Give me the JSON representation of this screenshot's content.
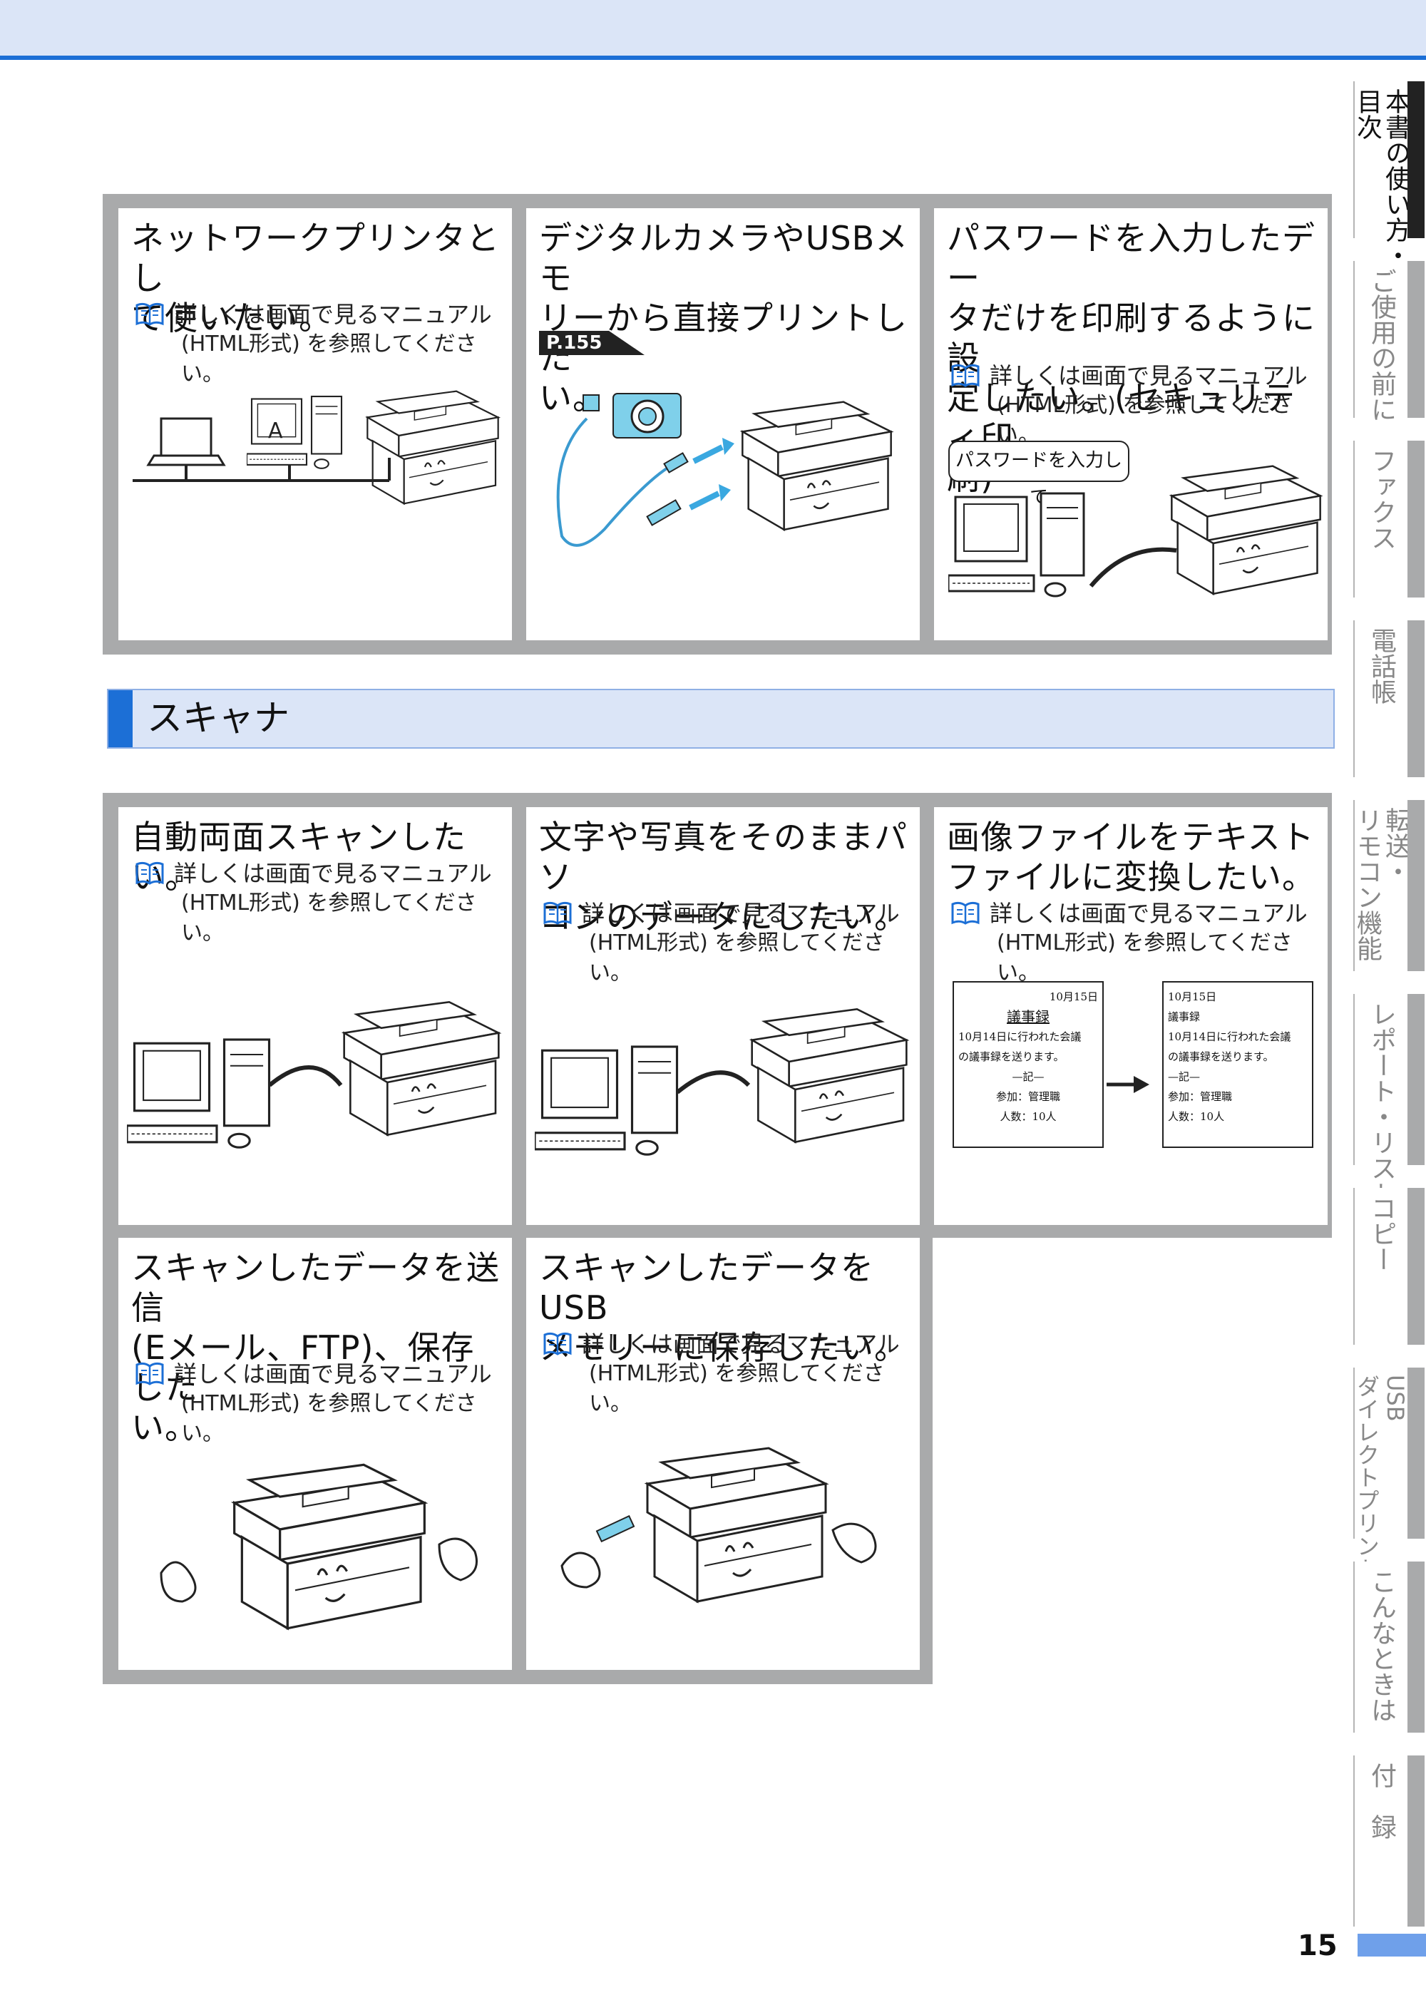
{
  "network_section": {
    "cards": [
      {
        "title": "ネットワークプリンタとし\nて使いたい。",
        "note_line1": "詳しくは画面で見るマニュアル",
        "note_line2": "(HTML形式) を参照してください。"
      },
      {
        "title": "デジタルカメラやUSBメモ\nリーから直接プリントした\nい。",
        "page_ref": "P.155"
      },
      {
        "title": "パスワードを入力したデー\nタだけを印刷するように設\n定したい。(セキュリティ印\n刷)",
        "note_line1": "詳しくは画面で見るマニュアル",
        "note_line2": "(HTML形式) を参照してください。",
        "speech_bubble": "パスワードを入力して"
      }
    ]
  },
  "scanner_section": {
    "heading": "スキャナ",
    "cards": [
      {
        "title": "自動両面スキャンしたい。",
        "note_line1": "詳しくは画面で見るマニュアル",
        "note_line2": "(HTML形式) を参照してください。"
      },
      {
        "title": "文字や写真をそのままパソ\nコンのデータにしたい。",
        "note_line1": "詳しくは画面で見るマニュアル",
        "note_line2": "(HTML形式) を参照してください。"
      },
      {
        "title": "画像ファイルをテキスト\nファイルに変換したい。",
        "note_line1": "詳しくは画面で見るマニュアル",
        "note_line2": "(HTML形式) を参照してください。",
        "doc": {
          "date": "10月15日",
          "heading": "議事録",
          "line1": "10月14日に行われた会議",
          "line2": "の議事録を送ります。",
          "line3": "—記—",
          "line4": "参加：管理職",
          "line5": "人数：10人"
        }
      },
      {
        "title": "スキャンしたデータを送信\n(Eメール、FTP)、保存した\nい。",
        "note_line1": "詳しくは画面で見るマニュアル",
        "note_line2": "(HTML形式) を参照してください。"
      },
      {
        "title": "スキャンしたデータをUSB\nメモリーに保存したい。",
        "note_line1": "詳しくは画面で見るマニュアル",
        "note_line2": "(HTML形式) を参照してください。"
      }
    ]
  },
  "side_tabs": [
    {
      "label": "本書の使い方・\n目次",
      "active": true
    },
    {
      "label": "ご使用の前に",
      "active": false
    },
    {
      "label": "ファクス",
      "active": false
    },
    {
      "label": "電話帳",
      "active": false
    },
    {
      "label": "転送・\nリモコン機能",
      "active": false
    },
    {
      "label": "レポート・リスト",
      "active": false
    },
    {
      "label": "コピー",
      "active": false
    },
    {
      "label": "USB\nダイレクトプリント",
      "active": false
    },
    {
      "label": "こんなときは",
      "active": false
    },
    {
      "label": "付　録",
      "active": false
    }
  ],
  "page_number": "15",
  "colors": {
    "accent": "#1c6fd6",
    "panel": "#a9aaab",
    "header_bg": "#dbe5f7"
  }
}
